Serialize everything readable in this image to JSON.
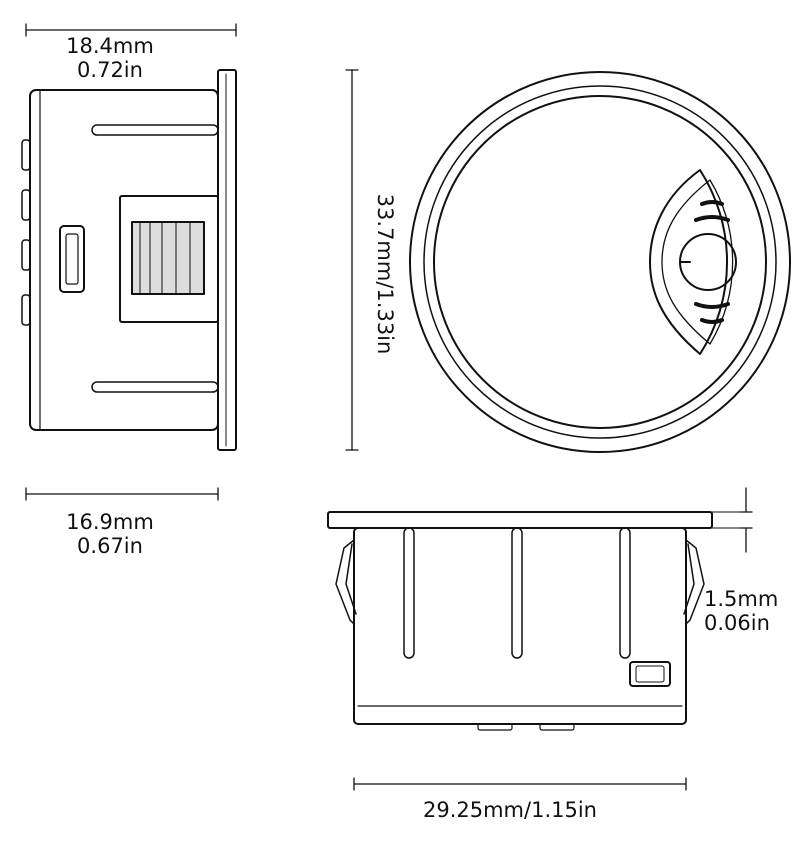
{
  "dimensions": {
    "depth": {
      "mm": "18.4mm",
      "in": "0.72in"
    },
    "body_height": {
      "mm": "16.9mm",
      "in": "0.67in"
    },
    "diameter": {
      "text": "33.7mm/1.33in"
    },
    "flange": {
      "mm": "1.5mm",
      "in": "0.06in"
    },
    "width": {
      "text": "29.25mm/1.15in"
    }
  },
  "views": {
    "side": {
      "icon": "side-view-body"
    },
    "top": {
      "icon": "power-button-icon"
    },
    "bottom": {
      "icon": "bottom-view-body"
    }
  },
  "colors": {
    "line": "#111111",
    "background": "#ffffff"
  }
}
